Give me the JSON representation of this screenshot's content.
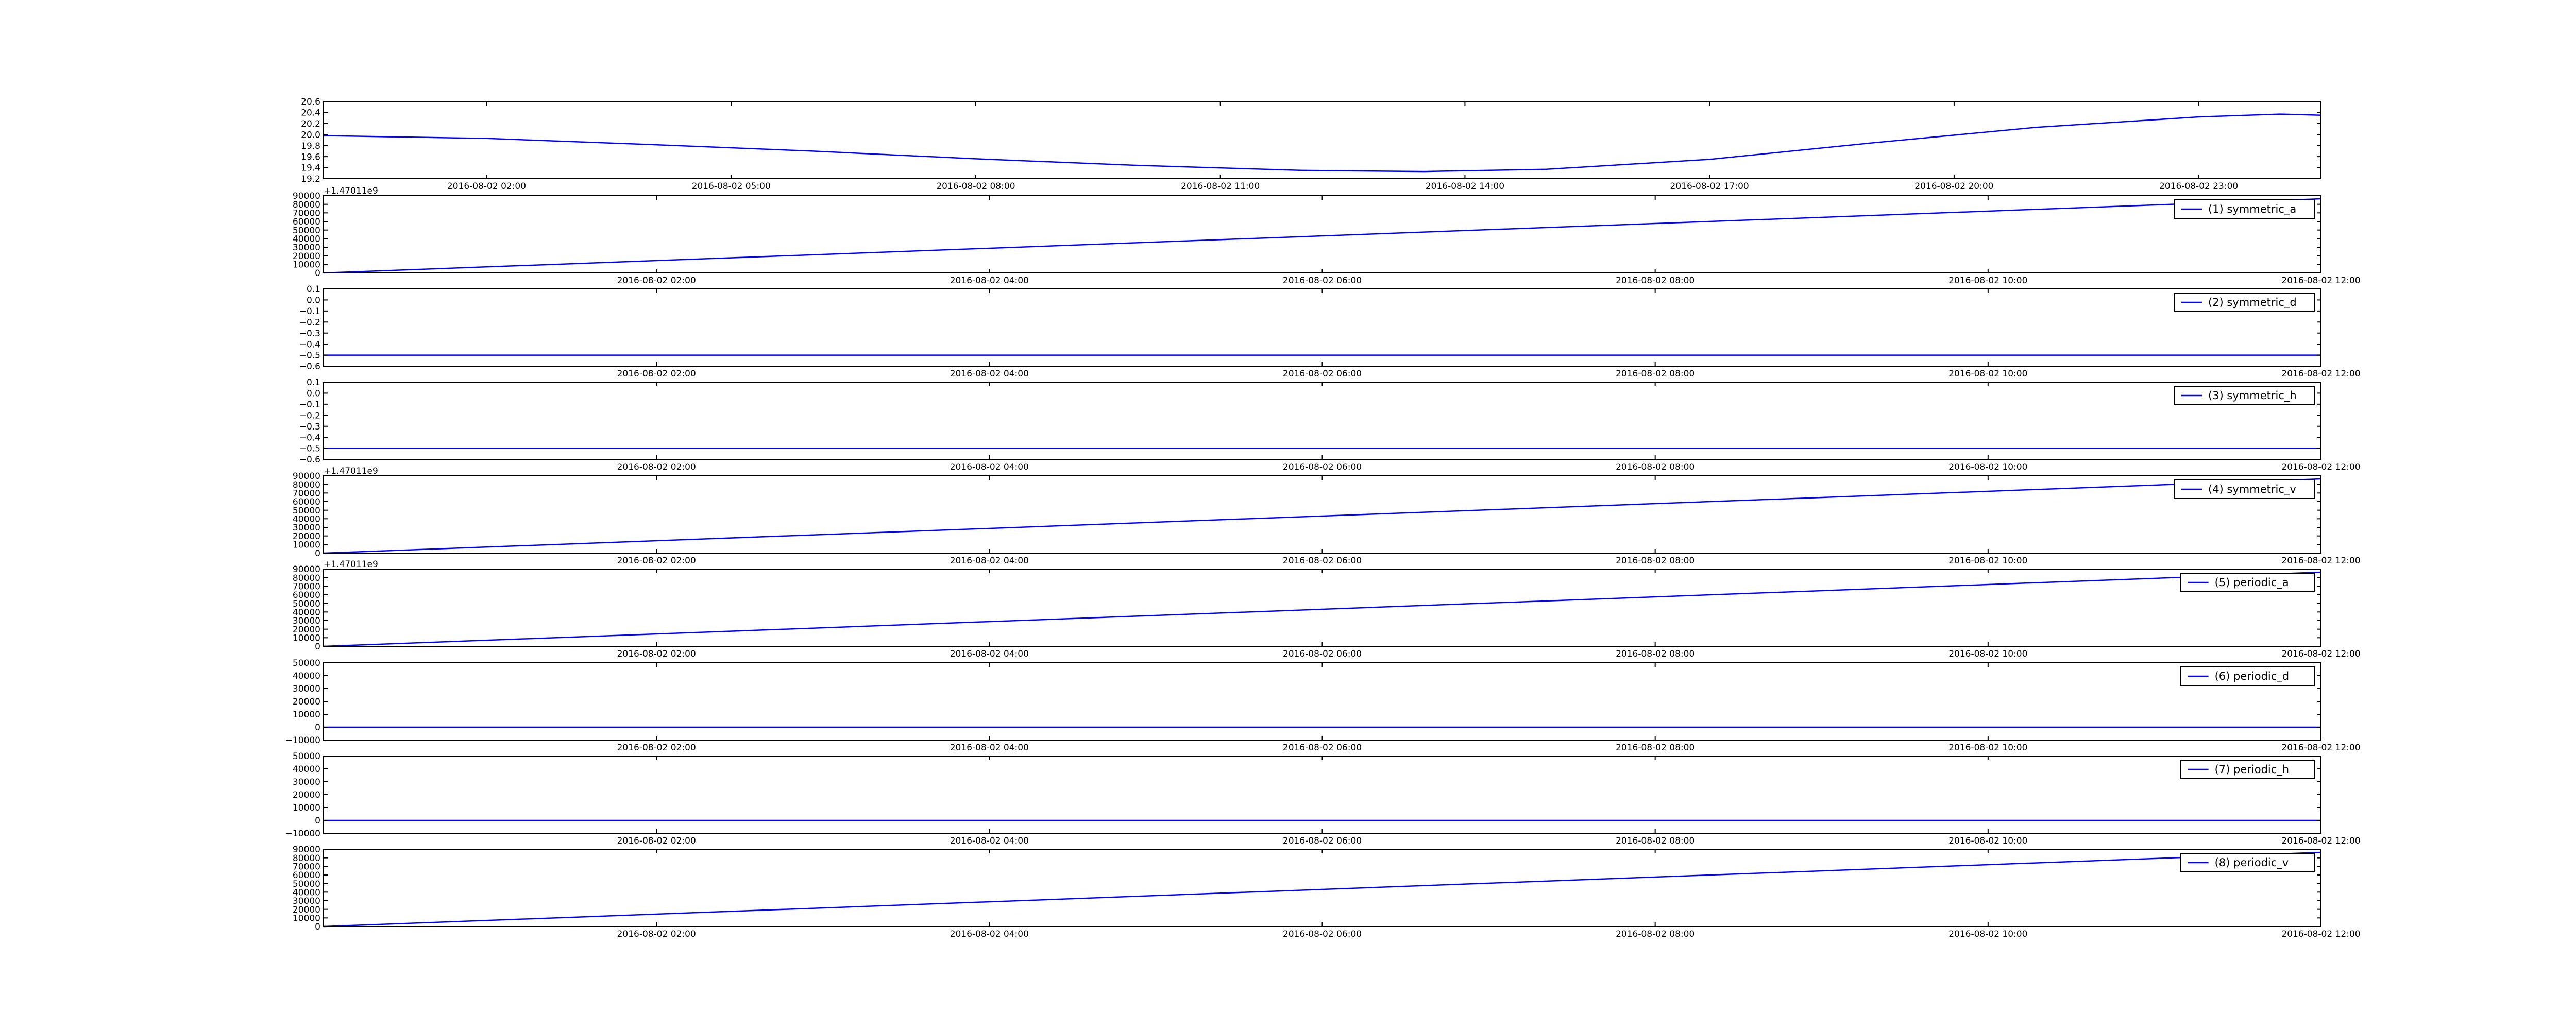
{
  "chart_data": [
    {
      "type": "line",
      "color": "#0000ff",
      "x_axis": "datetime",
      "xlim": [
        "2016-08-02 00:00",
        "2016-08-03 00:30"
      ],
      "xticks": [
        {
          "t": "2016-08-02 02:00",
          "label": "2016-08-02 02:00"
        },
        {
          "t": "2016-08-02 05:00",
          "label": "2016-08-02 05:00"
        },
        {
          "t": "2016-08-02 08:00",
          "label": "2016-08-02 08:00"
        },
        {
          "t": "2016-08-02 11:00",
          "label": "2016-08-02 11:00"
        },
        {
          "t": "2016-08-02 14:00",
          "label": "2016-08-02 14:00"
        },
        {
          "t": "2016-08-02 17:00",
          "label": "2016-08-02 17:00"
        },
        {
          "t": "2016-08-02 20:00",
          "label": "2016-08-02 20:00"
        },
        {
          "t": "2016-08-02 23:00",
          "label": "2016-08-02 23:00"
        }
      ],
      "ylim": [
        19.2,
        20.6
      ],
      "yticks": [
        19.2,
        19.4,
        19.6,
        19.8,
        20.0,
        20.2,
        20.4,
        20.6
      ],
      "ytick_labels": [
        "19.2",
        "19.4",
        "19.6",
        "19.8",
        "20.0",
        "20.2",
        "20.4",
        "20.6"
      ],
      "offset_label": "",
      "legend": "",
      "x": [
        "2016-08-02 00:00",
        "2016-08-02 02:00",
        "2016-08-02 04:00",
        "2016-08-02 06:00",
        "2016-08-02 08:00",
        "2016-08-02 10:00",
        "2016-08-02 12:00",
        "2016-08-02 13:30",
        "2016-08-02 15:00",
        "2016-08-02 17:00",
        "2016-08-02 19:00",
        "2016-08-02 21:00",
        "2016-08-02 23:00",
        "2016-08-03 00:00",
        "2016-08-03 00:30"
      ],
      "y": [
        19.98,
        19.93,
        19.82,
        19.7,
        19.56,
        19.44,
        19.35,
        19.33,
        19.37,
        19.55,
        19.85,
        20.13,
        20.32,
        20.37,
        20.35
      ]
    },
    {
      "type": "line",
      "color": "#0000ff",
      "x_axis": "numeric",
      "xlim": [
        0,
        43200
      ],
      "xticks": [
        {
          "t": 7200,
          "label": "2016-08-02 02:00"
        },
        {
          "t": 14400,
          "label": "2016-08-02 04:00"
        },
        {
          "t": 21600,
          "label": "2016-08-02 06:00"
        },
        {
          "t": 28800,
          "label": "2016-08-02 08:00"
        },
        {
          "t": 36000,
          "label": "2016-08-02 10:00"
        },
        {
          "t": 43200,
          "label": "2016-08-02 12:00"
        }
      ],
      "ylim": [
        0,
        90000
      ],
      "yticks": [
        0,
        10000,
        20000,
        30000,
        40000,
        50000,
        60000,
        70000,
        80000,
        90000
      ],
      "ytick_labels": [
        "0",
        "10000",
        "20000",
        "30000",
        "40000",
        "50000",
        "60000",
        "70000",
        "80000",
        "90000"
      ],
      "offset_label": "+1.47011e9",
      "legend": "(1) symmetric_a",
      "x": [
        0,
        43200
      ],
      "y": [
        0,
        86400
      ]
    },
    {
      "type": "line",
      "color": "#0000ff",
      "x_axis": "numeric",
      "xlim": [
        0,
        43200
      ],
      "xticks": [
        {
          "t": 7200,
          "label": "2016-08-02 02:00"
        },
        {
          "t": 14400,
          "label": "2016-08-02 04:00"
        },
        {
          "t": 21600,
          "label": "2016-08-02 06:00"
        },
        {
          "t": 28800,
          "label": "2016-08-02 08:00"
        },
        {
          "t": 36000,
          "label": "2016-08-02 10:00"
        },
        {
          "t": 43200,
          "label": "2016-08-02 12:00"
        }
      ],
      "ylim": [
        -0.6,
        0.1
      ],
      "yticks": [
        -0.6,
        -0.5,
        -0.4,
        -0.3,
        -0.2,
        -0.1,
        0.0,
        0.1
      ],
      "ytick_labels": [
        "−0.6",
        "−0.5",
        "−0.4",
        "−0.3",
        "−0.2",
        "−0.1",
        "0.0",
        "0.1"
      ],
      "offset_label": "",
      "legend": "(2) symmetric_d",
      "x": [
        0,
        43200
      ],
      "y": [
        -0.5,
        -0.5
      ]
    },
    {
      "type": "line",
      "color": "#0000ff",
      "x_axis": "numeric",
      "xlim": [
        0,
        43200
      ],
      "xticks": [
        {
          "t": 7200,
          "label": "2016-08-02 02:00"
        },
        {
          "t": 14400,
          "label": "2016-08-02 04:00"
        },
        {
          "t": 21600,
          "label": "2016-08-02 06:00"
        },
        {
          "t": 28800,
          "label": "2016-08-02 08:00"
        },
        {
          "t": 36000,
          "label": "2016-08-02 10:00"
        },
        {
          "t": 43200,
          "label": "2016-08-02 12:00"
        }
      ],
      "ylim": [
        -0.6,
        0.1
      ],
      "yticks": [
        -0.6,
        -0.5,
        -0.4,
        -0.3,
        -0.2,
        -0.1,
        0.0,
        0.1
      ],
      "ytick_labels": [
        "−0.6",
        "−0.5",
        "−0.4",
        "−0.3",
        "−0.2",
        "−0.1",
        "0.0",
        "0.1"
      ],
      "offset_label": "",
      "legend": "(3) symmetric_h",
      "x": [
        0,
        43200
      ],
      "y": [
        -0.5,
        -0.5
      ]
    },
    {
      "type": "line",
      "color": "#0000ff",
      "x_axis": "numeric",
      "xlim": [
        0,
        43200
      ],
      "xticks": [
        {
          "t": 7200,
          "label": "2016-08-02 02:00"
        },
        {
          "t": 14400,
          "label": "2016-08-02 04:00"
        },
        {
          "t": 21600,
          "label": "2016-08-02 06:00"
        },
        {
          "t": 28800,
          "label": "2016-08-02 08:00"
        },
        {
          "t": 36000,
          "label": "2016-08-02 10:00"
        },
        {
          "t": 43200,
          "label": "2016-08-02 12:00"
        }
      ],
      "ylim": [
        0,
        90000
      ],
      "yticks": [
        0,
        10000,
        20000,
        30000,
        40000,
        50000,
        60000,
        70000,
        80000,
        90000
      ],
      "ytick_labels": [
        "0",
        "10000",
        "20000",
        "30000",
        "40000",
        "50000",
        "60000",
        "70000",
        "80000",
        "90000"
      ],
      "offset_label": "+1.47011e9",
      "legend": "(4) symmetric_v",
      "x": [
        0,
        43200
      ],
      "y": [
        0,
        86400
      ]
    },
    {
      "type": "line",
      "color": "#0000ff",
      "x_axis": "numeric",
      "xlim": [
        0,
        43200
      ],
      "xticks": [
        {
          "t": 7200,
          "label": "2016-08-02 02:00"
        },
        {
          "t": 14400,
          "label": "2016-08-02 04:00"
        },
        {
          "t": 21600,
          "label": "2016-08-02 06:00"
        },
        {
          "t": 28800,
          "label": "2016-08-02 08:00"
        },
        {
          "t": 36000,
          "label": "2016-08-02 10:00"
        },
        {
          "t": 43200,
          "label": "2016-08-02 12:00"
        }
      ],
      "ylim": [
        0,
        90000
      ],
      "yticks": [
        0,
        10000,
        20000,
        30000,
        40000,
        50000,
        60000,
        70000,
        80000,
        90000
      ],
      "ytick_labels": [
        "0",
        "10000",
        "20000",
        "30000",
        "40000",
        "50000",
        "60000",
        "70000",
        "80000",
        "90000"
      ],
      "offset_label": "+1.47011e9",
      "legend": "(5) periodic_a",
      "x": [
        0,
        43200
      ],
      "y": [
        0,
        86400
      ]
    },
    {
      "type": "line",
      "color": "#0000ff",
      "x_axis": "numeric",
      "xlim": [
        0,
        43200
      ],
      "xticks": [
        {
          "t": 7200,
          "label": "2016-08-02 02:00"
        },
        {
          "t": 14400,
          "label": "2016-08-02 04:00"
        },
        {
          "t": 21600,
          "label": "2016-08-02 06:00"
        },
        {
          "t": 28800,
          "label": "2016-08-02 08:00"
        },
        {
          "t": 36000,
          "label": "2016-08-02 10:00"
        },
        {
          "t": 43200,
          "label": "2016-08-02 12:00"
        }
      ],
      "ylim": [
        -10000,
        50000
      ],
      "yticks": [
        -10000,
        0,
        10000,
        20000,
        30000,
        40000,
        50000
      ],
      "ytick_labels": [
        "−10000",
        "0",
        "10000",
        "20000",
        "30000",
        "40000",
        "50000"
      ],
      "offset_label": "",
      "legend": "(6) periodic_d",
      "x": [
        0,
        43200
      ],
      "y": [
        0,
        0
      ]
    },
    {
      "type": "line",
      "color": "#0000ff",
      "x_axis": "numeric",
      "xlim": [
        0,
        43200
      ],
      "xticks": [
        {
          "t": 7200,
          "label": "2016-08-02 02:00"
        },
        {
          "t": 14400,
          "label": "2016-08-02 04:00"
        },
        {
          "t": 21600,
          "label": "2016-08-02 06:00"
        },
        {
          "t": 28800,
          "label": "2016-08-02 08:00"
        },
        {
          "t": 36000,
          "label": "2016-08-02 10:00"
        },
        {
          "t": 43200,
          "label": "2016-08-02 12:00"
        }
      ],
      "ylim": [
        -10000,
        50000
      ],
      "yticks": [
        -10000,
        0,
        10000,
        20000,
        30000,
        40000,
        50000
      ],
      "ytick_labels": [
        "−10000",
        "0",
        "10000",
        "20000",
        "30000",
        "40000",
        "50000"
      ],
      "offset_label": "",
      "legend": "(7) periodic_h",
      "x": [
        0,
        43200
      ],
      "y": [
        0,
        0
      ]
    },
    {
      "type": "line",
      "color": "#0000ff",
      "x_axis": "numeric",
      "xlim": [
        0,
        43200
      ],
      "xticks": [
        {
          "t": 7200,
          "label": "2016-08-02 02:00"
        },
        {
          "t": 14400,
          "label": "2016-08-02 04:00"
        },
        {
          "t": 21600,
          "label": "2016-08-02 06:00"
        },
        {
          "t": 28800,
          "label": "2016-08-02 08:00"
        },
        {
          "t": 36000,
          "label": "2016-08-02 10:00"
        },
        {
          "t": 43200,
          "label": "2016-08-02 12:00"
        }
      ],
      "ylim": [
        0,
        90000
      ],
      "yticks": [
        0,
        10000,
        20000,
        30000,
        40000,
        50000,
        60000,
        70000,
        80000,
        90000
      ],
      "ytick_labels": [
        "0",
        "10000",
        "20000",
        "30000",
        "40000",
        "50000",
        "60000",
        "70000",
        "80000",
        "90000"
      ],
      "offset_label": "",
      "legend": "(8) periodic_v",
      "x": [
        0,
        43200
      ],
      "y": [
        0,
        86400
      ]
    }
  ]
}
